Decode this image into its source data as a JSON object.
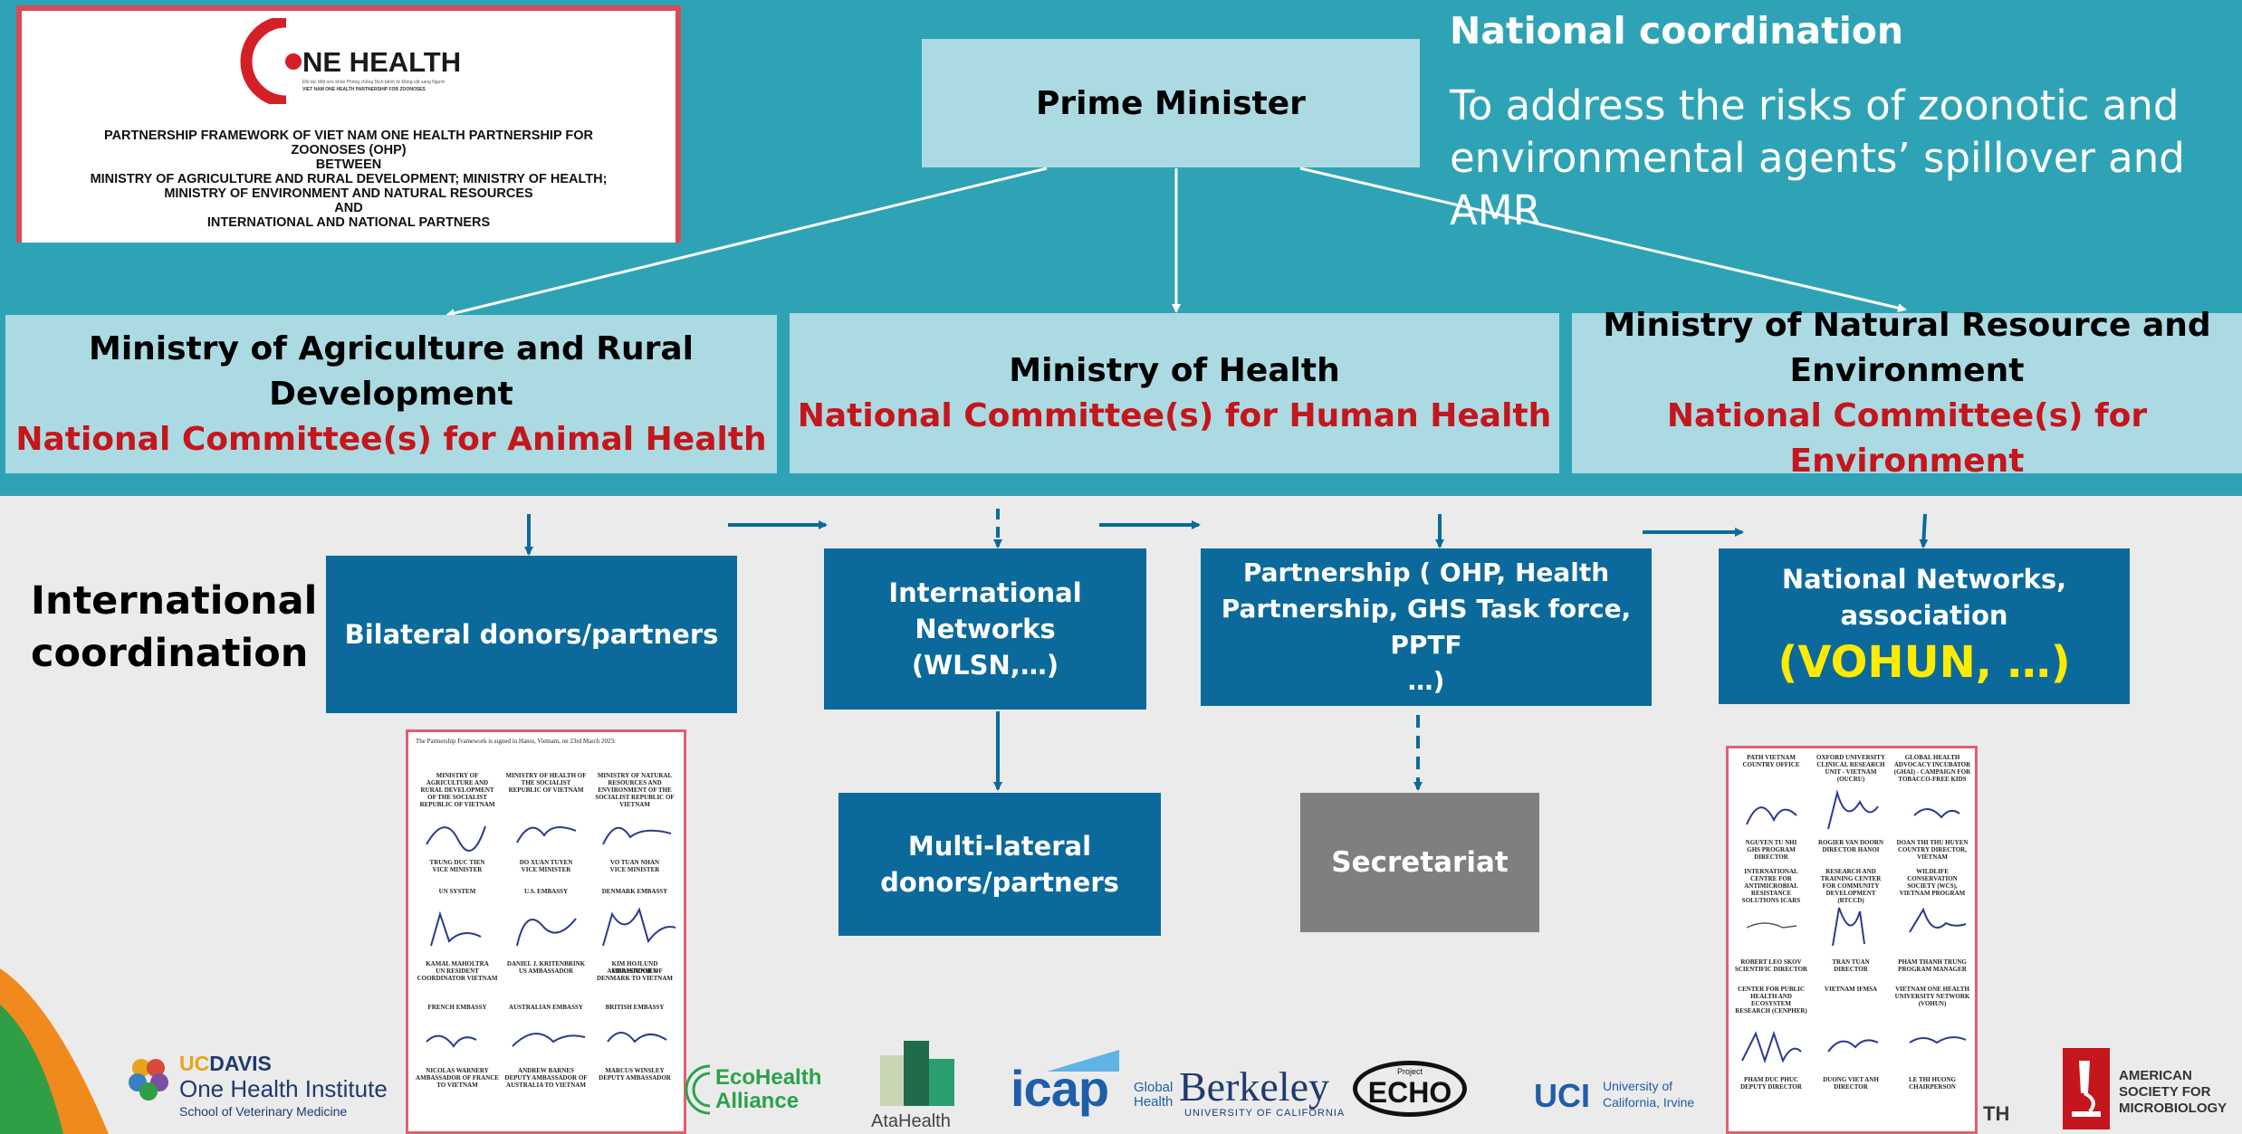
{
  "framework_doc": {
    "logo_text": "NE HEALTH",
    "logo_sub_1": "Đối tác Một sức khỏe Phòng chống Dịch bệnh từ Động vật sang Người",
    "logo_sub_2": "VIET NAM ONE HEALTH PARTNERSHIP FOR ZOONOSES",
    "lines": [
      "PARTNERSHIP FRAMEWORK OF VIET NAM ONE HEALTH PARTNERSHIP FOR",
      "ZOONOSES (OHP)",
      "BETWEEN",
      "MINISTRY OF AGRICULTURE AND RURAL DEVELOPMENT; MINISTRY OF HEALTH;",
      "MINISTRY OF ENVIRONMENT AND NATURAL RESOURCES",
      "AND",
      "INTERNATIONAL AND NATIONAL PARTNERS"
    ]
  },
  "national_coordination": {
    "title": "National coordination",
    "description": "To address the risks of zoonotic and environmental agents’ spillover and AMR"
  },
  "prime_minister": "Prime Minister",
  "ministries": [
    {
      "name": "Ministry of Agriculture and Rural Development",
      "committee": "National Committee(s) for Animal Health"
    },
    {
      "name": "Ministry of Health",
      "committee": "National Committee(s) for Human Health"
    },
    {
      "name": "Ministry of Natural Resource and Environment",
      "committee": "National Committee(s) for Environment"
    }
  ],
  "international_coordination": {
    "line1": "International",
    "line2": "coordination"
  },
  "boxes": {
    "bilateral": "Bilateral donors/partners",
    "intl_networks_1": "International Networks",
    "intl_networks_2": "(WLSN,…)",
    "partnership_1": "Partnership ( OHP, Health",
    "partnership_2": "Partnership, GHS Task force, PPTF",
    "partnership_3": "…)",
    "national_networks": "National Networks, association",
    "national_networks_highlight": "(VOHUN, …)",
    "multilateral_1": "Multi-lateral",
    "multilateral_2": "donors/partners",
    "secretariat": "Secretariat"
  },
  "signature_left": {
    "header": "The Partnership Framework is signed in Hanoi, Vietnam, on 23rd March 2023:",
    "cols": [
      [
        "MINISTRY OF AGRICULTURE AND RURAL DEVELOPMENT OF THE SOCIALIST REPUBLIC OF VIETNAM",
        "TRUNG DUC TIEN",
        "VICE MINISTER",
        "UN SYSTEM",
        "KAMAL MAHOLTRA",
        "UN RESIDENT COORDINATOR VIETNAM",
        "FRENCH EMBASSY",
        "NICOLAS WARNERY",
        "AMBASSADOR OF FRANCE TO VIETNAM"
      ],
      [
        "MINISTRY OF HEALTH OF THE SOCIALIST REPUBLIC OF VIETNAM",
        "DO XUAN TUYEN",
        "VICE MINISTER",
        "U.S. EMBASSY",
        "DANIEL J. KRITENBRINK",
        "US AMBASSADOR",
        "AUSTRALIAN EMBASSY",
        "ANDREW BARNES",
        "DEPUTY AMBASSADOR OF AUSTRALIA TO VIETNAM"
      ],
      [
        "MINISTRY OF NATURAL RESOURCES AND ENVIRONMENT OF THE SOCIALIST REPUBLIC OF VIETNAM",
        "VO TUAN NHAN",
        "VICE MINISTER",
        "DENMARK EMBASSY",
        "KIM HOJLUND CHRISTENSEN",
        "AMBASSADOR OF DENMARK TO VIETNAM",
        "BRITISH EMBASSY",
        "MARCUS WINSLEY",
        "DEPUTY AMBASSADOR"
      ]
    ]
  },
  "signature_right": {
    "cols": [
      [
        "PATH VIETNAM COUNTRY OFFICE",
        "NGUYEN TU NHI",
        "GHS PROGRAM DIRECTOR",
        "INTERNATIONAL CENTRE FOR ANTIMICROBIAL RESISTANCE SOLUTIONS ICARS",
        "ROBERT LEO SKOV",
        "SCIENTIFIC DIRECTOR",
        "CENTER FOR PUBLIC HEALTH AND ECOSYSTEM RESEARCH (CENPHER)",
        "PHAM DUC PHUC",
        "DEPUTY DIRECTOR"
      ],
      [
        "OXFORD UNIVERSITY CLINICAL RESEARCH UNIT - VIETNAM (OUCRU)",
        "ROGIER VAN DOORN",
        "DIRECTOR HANOI",
        "RESEARCH AND TRAINING CENTER FOR COMMUNITY DEVELOPMENT (RTCCD)",
        "TRAN TUAN",
        "DIRECTOR",
        "VIETNAM IFMSA",
        "DUONG VIET ANH",
        "DIRECTOR"
      ],
      [
        "GLOBAL HEALTH ADVOCACY INCUBATOR (GHAI) - CAMPAIGN FOR TOBACCO-FREE KIDS",
        "DOAN THI THU HUYEN",
        "COUNTRY DIRECTOR, VIETNAM",
        "WILDLIFE CONSERVATION SOCIETY (WCS), VIETNAM PROGRAM",
        "PHAM THANH TRUNG",
        "PROGRAM MANAGER",
        "VIETNAM ONE HEALTH UNIVERSITY NETWORK (VOHUN)",
        "LE THI HUONG",
        "CHAIRPERSON"
      ]
    ]
  },
  "logos": {
    "ucdavis_1": "UC",
    "ucdavis_2": "DAVIS",
    "ucdavis_line2": "One Health Institute",
    "ucdavis_line3": "School of Veterinary Medicine",
    "ecohealth_1": "EcoHealth",
    "ecohealth_2": "Alliance",
    "atahealth": "AtaHealth",
    "icap": "icap",
    "icap_sub_1": "Global",
    "icap_sub_2": "Health",
    "berkeley": "Berkeley",
    "berkeley_sub": "UNIVERSITY OF CALIFORNIA",
    "echo": "ECHO",
    "echo_sub": "Project",
    "uci": "UCI",
    "uci_sub_1": "University of",
    "uci_sub_2": "California, Irvine",
    "asm_1": "AMERICAN",
    "asm_2": "SOCIETY FOR",
    "asm_3": "MICROBIOLOGY",
    "partial_th": "TH"
  },
  "colors": {
    "teal": "#2fa3b6",
    "light_box": "#acdae2",
    "navy_box": "#0b6a9b",
    "committee_red": "#c4161c",
    "highlight_yellow": "#ffeb00",
    "secretariat_gray": "#7f7f7f"
  }
}
